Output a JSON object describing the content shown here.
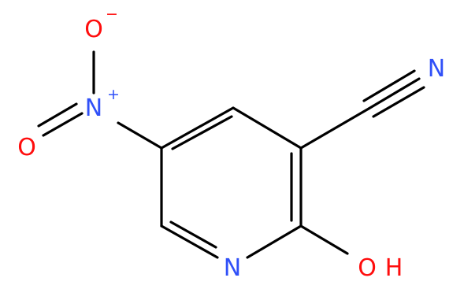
{
  "molecule": {
    "atoms": {
      "oxide_o": {
        "symbol": "O",
        "charge": "-",
        "color": "#ff0d0d"
      },
      "nitro_n": {
        "symbol": "N",
        "charge": "+",
        "color": "#3050f8"
      },
      "nitro_o": {
        "symbol": "O",
        "charge": "",
        "color": "#ff0d0d"
      },
      "nitrile_n": {
        "symbol": "N",
        "color": "#3050f8"
      },
      "ring_n": {
        "symbol": "N",
        "color": "#3050f8"
      },
      "hydroxyl": {
        "symbol": "O",
        "h_label": "H",
        "color": "#ff0d0d"
      }
    },
    "bond_color": "#000000"
  }
}
